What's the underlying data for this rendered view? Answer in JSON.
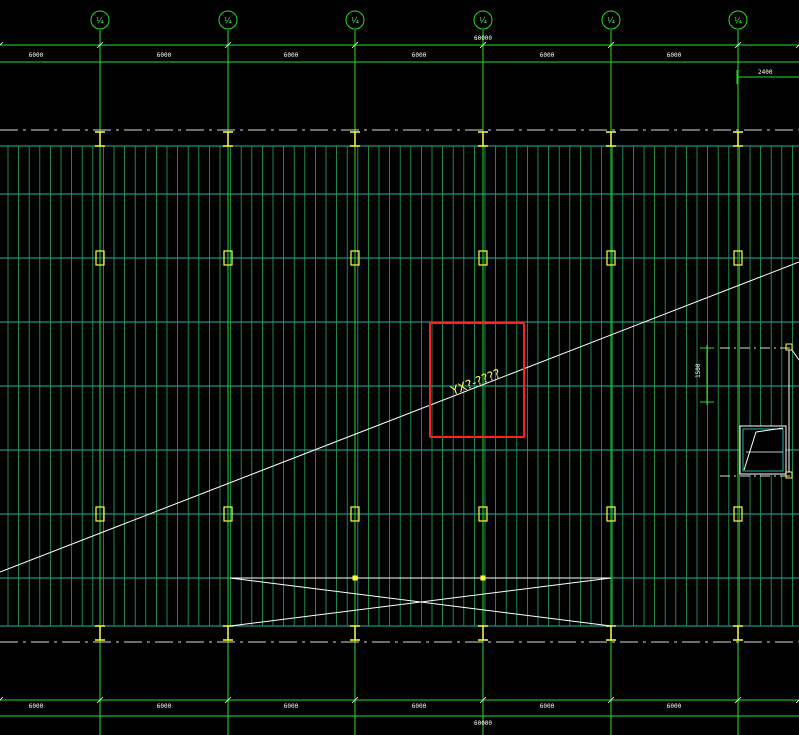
{
  "drawing": {
    "background": "#000000",
    "colors": {
      "grid_green": "#22e022",
      "purlin_teal": "#1fb5a0",
      "rafter_green": "#1ea860",
      "column_yellow": "#ffff33",
      "white": "#ffffff",
      "highlight_red": "#ff2020",
      "centerline": "#d8d8d8"
    },
    "axis_bubbles": [
      "¼",
      "¼",
      "¼",
      "¼",
      "¼",
      "¼"
    ],
    "top_dimensions": [
      "6000",
      "6000",
      "6000",
      "6000",
      "6000",
      "6000"
    ],
    "top_total": "60000",
    "bottom_dimensions": [
      "6000",
      "6000",
      "6000",
      "6000",
      "6000",
      "6000"
    ],
    "bottom_total": "60000",
    "right_dim_small": "2400",
    "right_dim_vertical": "1500",
    "roof_panel_tag": "YX?-????",
    "icons": {
      "column_top": "i-section-column-icon",
      "column_mid": "rect-column-icon",
      "selection_box": "red-highlight-rectangle",
      "detail_thumb": "detail-view-icon"
    }
  }
}
